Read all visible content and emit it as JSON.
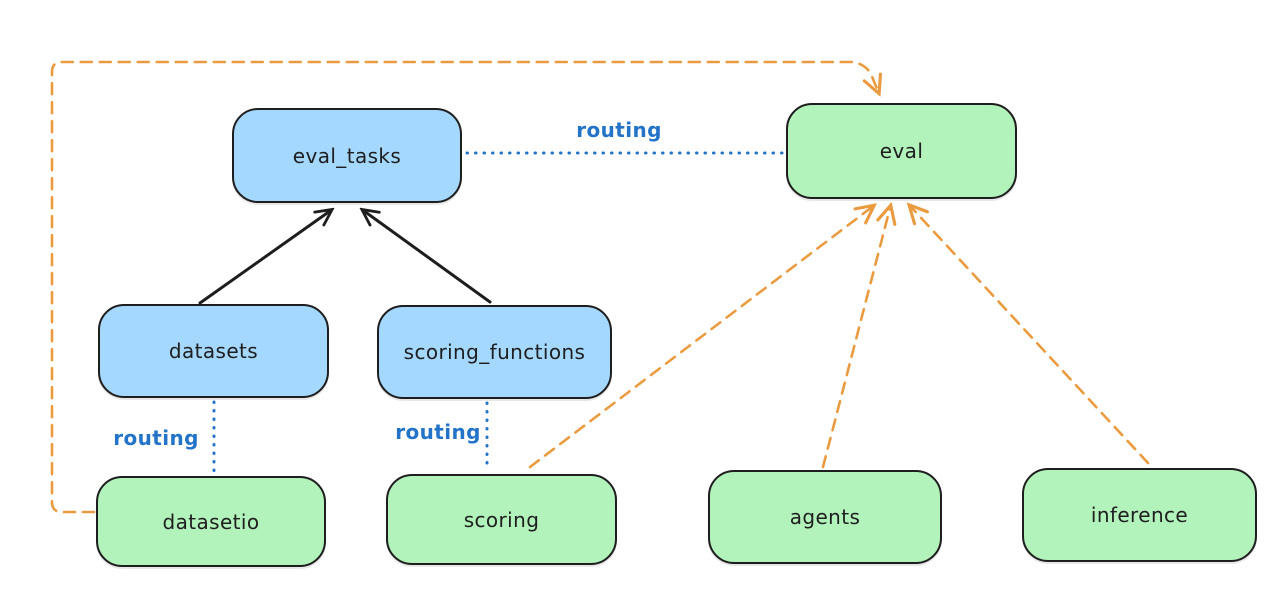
{
  "diagram": {
    "nodes": [
      {
        "id": "eval_tasks",
        "label": "eval_tasks",
        "fill": "#a5d8ff"
      },
      {
        "id": "eval",
        "label": "eval",
        "fill": "#b2f2bb"
      },
      {
        "id": "datasets",
        "label": "datasets",
        "fill": "#a5d8ff"
      },
      {
        "id": "scoring_functions",
        "label": "scoring_functions",
        "fill": "#a5d8ff"
      },
      {
        "id": "datasetio",
        "label": "datasetio",
        "fill": "#b2f2bb"
      },
      {
        "id": "scoring",
        "label": "scoring",
        "fill": "#b2f2bb"
      },
      {
        "id": "agents",
        "label": "agents",
        "fill": "#b2f2bb"
      },
      {
        "id": "inference",
        "label": "inference",
        "fill": "#b2f2bb"
      }
    ],
    "routing_labels": [
      "routing",
      "routing",
      "routing"
    ],
    "edges": [
      {
        "from": "datasets",
        "to": "eval_tasks",
        "style": "solid-arrow",
        "color": "#1e1e1e"
      },
      {
        "from": "scoring_functions",
        "to": "eval_tasks",
        "style": "solid-arrow",
        "color": "#1e1e1e"
      },
      {
        "from": "eval_tasks",
        "to": "eval",
        "style": "dotted",
        "color": "#2374c8",
        "label": "routing"
      },
      {
        "from": "datasets",
        "to": "datasetio",
        "style": "dotted",
        "color": "#2374c8",
        "label": "routing"
      },
      {
        "from": "scoring_functions",
        "to": "scoring",
        "style": "dotted",
        "color": "#2374c8",
        "label": "routing"
      },
      {
        "from": "datasetio",
        "to": "eval",
        "style": "dashed-arrow",
        "color": "#eb9b3f"
      },
      {
        "from": "scoring",
        "to": "eval",
        "style": "dashed-arrow",
        "color": "#eb9b3f"
      },
      {
        "from": "agents",
        "to": "eval",
        "style": "dashed-arrow",
        "color": "#eb9b3f"
      },
      {
        "from": "inference",
        "to": "eval",
        "style": "dashed-arrow",
        "color": "#eb9b3f"
      }
    ],
    "colors": {
      "background": "#ffffff",
      "node_stroke": "#1e1e1e",
      "blue_fill": "#a5d8ff",
      "green_fill": "#b2f2bb",
      "routing_blue": "#2374c8",
      "orange": "#eb9b3f"
    }
  }
}
